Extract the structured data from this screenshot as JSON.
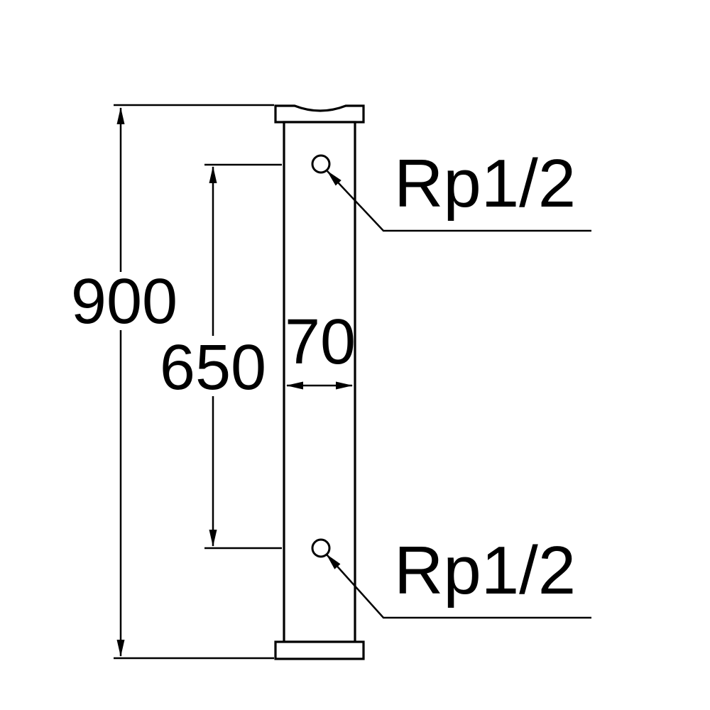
{
  "diagram": {
    "title": "water-column-dimension-drawing",
    "background_color": "#ffffff",
    "line_color": "#000000",
    "dimensions": {
      "overall_height": "900",
      "port_spacing": "650",
      "body_width": "70"
    },
    "ports": {
      "top_label": "Rp1/2",
      "bottom_label": "Rp1/2"
    }
  }
}
